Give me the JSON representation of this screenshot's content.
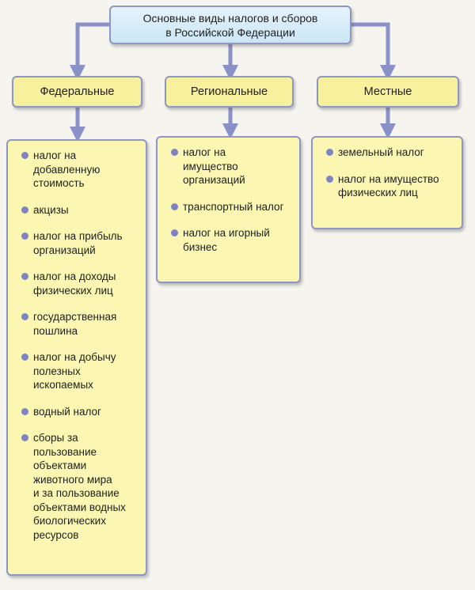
{
  "root": {
    "lines": [
      "Основные  виды налогов и сборов",
      "в Российской Федерации"
    ]
  },
  "colors": {
    "root_fill": "#d4ebf7",
    "box_border": "#8d96c5",
    "header_fill": "#f7f19e",
    "list_fill": "#fbf7b3",
    "bullet": "#7e84c2",
    "arrow": "#8a91c9"
  },
  "columns": [
    {
      "header": "Федеральные",
      "items": [
        "налог на\nдобавленную\nстоимость",
        "акцизы",
        "налог на прибыль\nорганизаций",
        "налог на доходы\nфизических лиц",
        "государственная\nпошлина",
        "налог на добычу\nполезных\nископаемых",
        "водный налог",
        "сборы за\nпользование\nобъектами\nживотного мира\nи за пользование\nобъектами водных\nбиологических\nресурсов"
      ]
    },
    {
      "header": "Региональные",
      "items": [
        "налог на\nимущество\nорганизаций",
        "транспортный налог",
        "налог на игорный\nбизнес"
      ]
    },
    {
      "header": "Местные",
      "items": [
        "земельный налог",
        "налог на имущество\nфизических лиц"
      ]
    }
  ]
}
